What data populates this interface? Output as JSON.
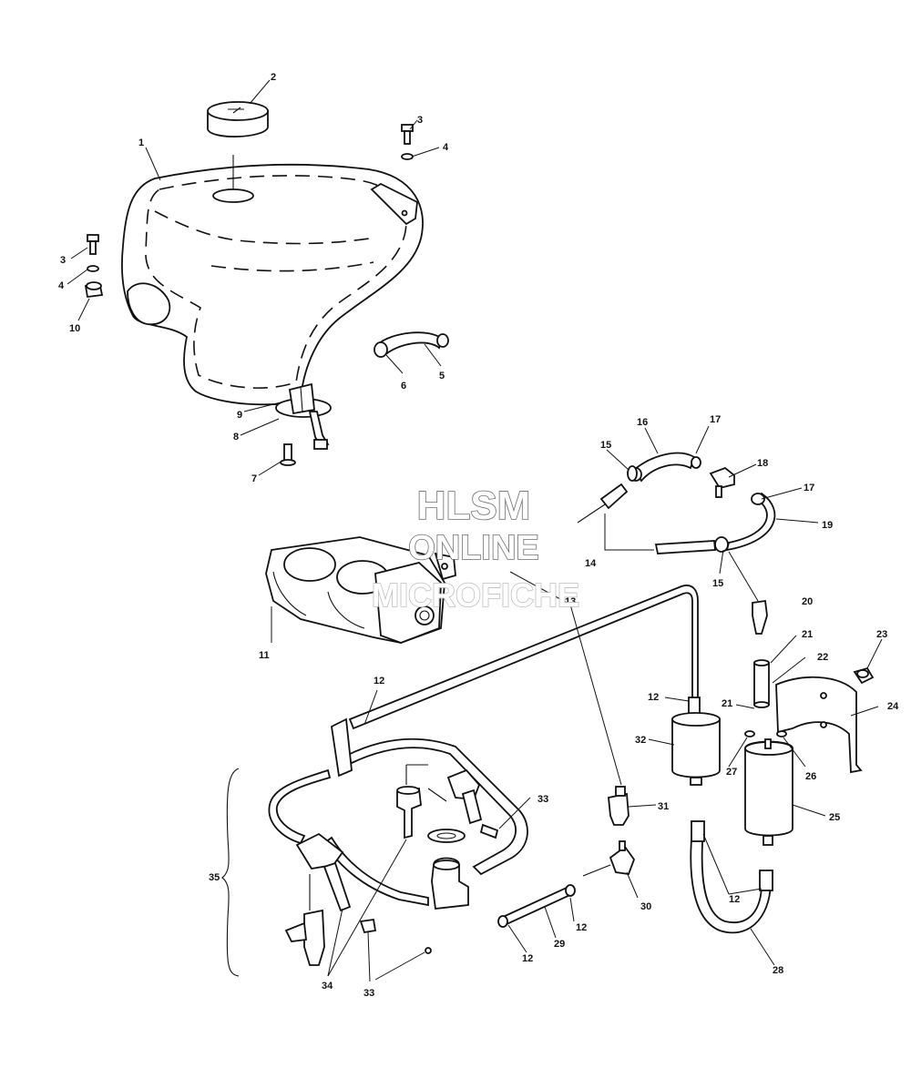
{
  "watermark": {
    "line1": "HLSM",
    "line2": "ONLINE",
    "line3": "MICROFICHE"
  },
  "callouts": [
    {
      "id": "c1",
      "text": "1"
    },
    {
      "id": "c2",
      "text": "2"
    },
    {
      "id": "c3a",
      "text": "3"
    },
    {
      "id": "c4a",
      "text": "4"
    },
    {
      "id": "c3b",
      "text": "3"
    },
    {
      "id": "c4b",
      "text": "4"
    },
    {
      "id": "c10",
      "text": "10"
    },
    {
      "id": "c6",
      "text": "6"
    },
    {
      "id": "c5",
      "text": "5"
    },
    {
      "id": "c9",
      "text": "9"
    },
    {
      "id": "c8",
      "text": "8"
    },
    {
      "id": "c7",
      "text": "7"
    },
    {
      "id": "c16",
      "text": "16"
    },
    {
      "id": "c17a",
      "text": "17"
    },
    {
      "id": "c15a",
      "text": "15"
    },
    {
      "id": "c18",
      "text": "18"
    },
    {
      "id": "c17b",
      "text": "17"
    },
    {
      "id": "c19",
      "text": "19"
    },
    {
      "id": "c14",
      "text": "14"
    },
    {
      "id": "c15b",
      "text": "15"
    },
    {
      "id": "c13",
      "text": "13"
    },
    {
      "id": "c20",
      "text": "20"
    },
    {
      "id": "c11",
      "text": "11"
    },
    {
      "id": "c21a",
      "text": "21"
    },
    {
      "id": "c22",
      "text": "22"
    },
    {
      "id": "c23",
      "text": "23"
    },
    {
      "id": "c12a",
      "text": "12"
    },
    {
      "id": "c12b",
      "text": "12"
    },
    {
      "id": "c21b",
      "text": "21"
    },
    {
      "id": "c24",
      "text": "24"
    },
    {
      "id": "c32",
      "text": "32"
    },
    {
      "id": "c27",
      "text": "27"
    },
    {
      "id": "c26",
      "text": "26"
    },
    {
      "id": "c33a",
      "text": "33"
    },
    {
      "id": "c31",
      "text": "31"
    },
    {
      "id": "c25",
      "text": "25"
    },
    {
      "id": "c35",
      "text": "35"
    },
    {
      "id": "c12c",
      "text": "12"
    },
    {
      "id": "c30",
      "text": "30"
    },
    {
      "id": "c12d",
      "text": "12"
    },
    {
      "id": "c29",
      "text": "29"
    },
    {
      "id": "c12e",
      "text": "12"
    },
    {
      "id": "c28",
      "text": "28"
    },
    {
      "id": "c34",
      "text": "34"
    },
    {
      "id": "c33b",
      "text": "33"
    }
  ]
}
